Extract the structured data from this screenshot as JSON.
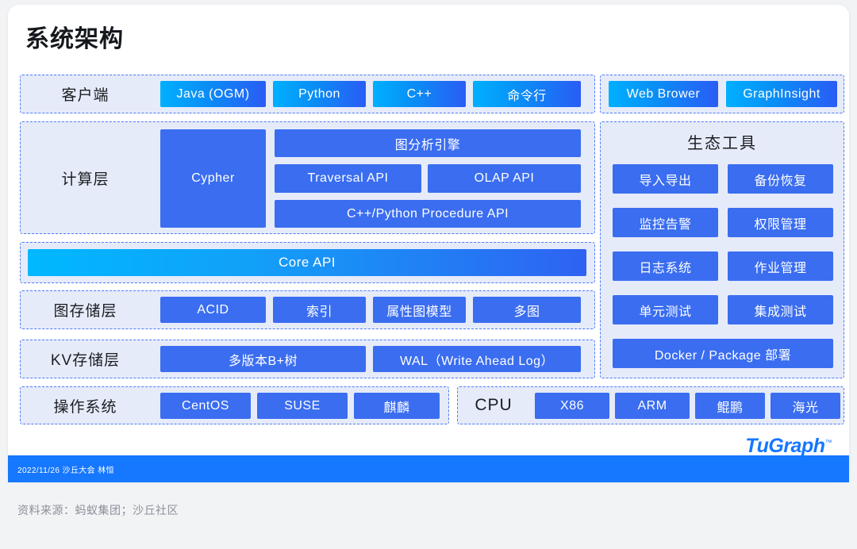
{
  "slide": {
    "title": "系统架构"
  },
  "client_row": {
    "label": "客户端",
    "items": [
      "Java (OGM)",
      "Python",
      "C++",
      "命令行"
    ]
  },
  "client_right": {
    "items": [
      "Web Brower",
      "GraphInsight"
    ]
  },
  "compute_layer": {
    "label": "计算层",
    "cypher": "Cypher",
    "engine": "图分析引擎",
    "traversal_api": "Traversal API",
    "olap_api": "OLAP API",
    "procedure_api": "C++/Python Procedure API"
  },
  "core_api": {
    "label": "Core API"
  },
  "graph_storage": {
    "label": "图存储层",
    "items": [
      "ACID",
      "索引",
      "属性图模型",
      "多图"
    ]
  },
  "kv_storage": {
    "label": "KV存储层",
    "items": [
      "多版本B+树",
      "WAL（Write Ahead Log）"
    ]
  },
  "os_row": {
    "label": "操作系统",
    "items": [
      "CentOS",
      "SUSE",
      "麒麟"
    ]
  },
  "cpu_row": {
    "label": "CPU",
    "items": [
      "X86",
      "ARM",
      "鲲鹏",
      "海光"
    ]
  },
  "ecosystem": {
    "title": "生态工具",
    "items": [
      "导入导出",
      "备份恢复",
      "监控告警",
      "权限管理",
      "日志系统",
      "作业管理",
      "单元测试",
      "集成测试"
    ],
    "deploy": "Docker / Package 部署"
  },
  "logo": {
    "text": "TuGraph",
    "tm": "™"
  },
  "footer": {
    "note": "2022/11/26 沙丘大会 林恒",
    "source": "资料来源：蚂蚁集团；沙丘社区"
  },
  "colors": {
    "accent": "#1677ff",
    "chip_blue": "#3a6df0",
    "panel_fill": "#e6ebfa",
    "panel_border": "#4f7cf7",
    "gradient_start": "#00b0ff",
    "gradient_end": "#2a5cf5"
  }
}
